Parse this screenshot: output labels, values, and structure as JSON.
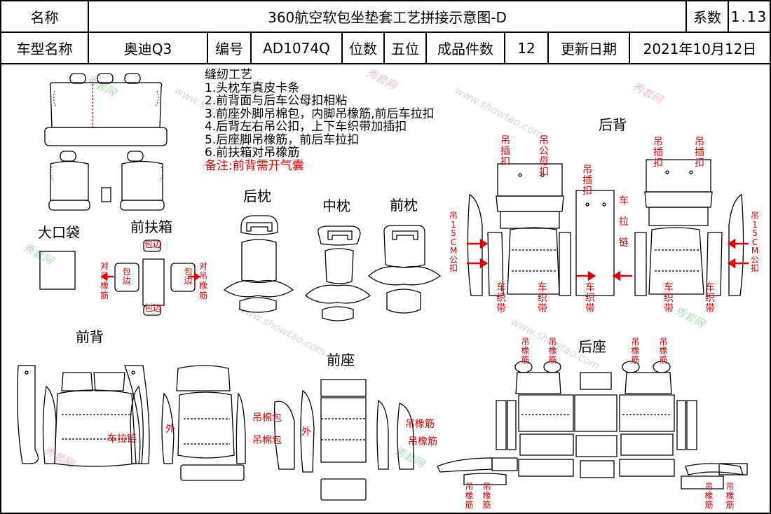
{
  "header": {
    "name_label": "名称",
    "title": "360航空软包坐垫套工艺拼接示意图-D",
    "coef_label": "系数",
    "coef_value": "1.13",
    "model_label": "车型名称",
    "model_value": "奥迪Q3",
    "code_label": "编号",
    "code_value": "AD1074Q",
    "seats_label": "位数",
    "seats_value": "五位",
    "pieces_label": "成品件数",
    "pieces_value": "12",
    "date_label": "更新日期",
    "date_value": "2021年10月12日"
  },
  "notes": {
    "heading": "缝纫工艺",
    "items": [
      "1.头枕车真皮卡条",
      "2.前背面与后车公母扣相粘",
      "3.前座外脚吊棉包，内脚吊橡筋,前后车拉扣",
      "4.后背左右吊公扣，上下车织带加插扣",
      "5.后座脚吊橡筋，前后车拉扣",
      "6.前扶箱对吊橡筋"
    ],
    "remark": "备注:前背需开气囊"
  },
  "sections": {
    "big_pocket": "大口袋",
    "front_armrest": "前扶箱",
    "rear_headrest": "后枕",
    "mid_headrest": "中枕",
    "front_headrest": "前枕",
    "rear_back": "后背",
    "front_back": "前背",
    "front_seat": "前座",
    "rear_seat": "后座"
  },
  "annotations": {
    "bao_bian": "包边",
    "dui_diao_xiangjin": "对吊橡筋",
    "diao_cha_kou": "吊插扣",
    "diao_gong_mu_kou": "吊公母扣",
    "diao_15cm_gong_kou": "吊15CM公扣",
    "che_zhi_dai": "车织带",
    "che_la_lian": "车拉链",
    "wai": "外",
    "diao_mian_bao": "吊棉包",
    "diao_xiangjin": "吊橡筋"
  },
  "watermark": {
    "brand_cn": "秀套网",
    "brand_url": "www.showtao.com"
  },
  "colors": {
    "annotation_red": "#e00000",
    "line": "#000000"
  }
}
